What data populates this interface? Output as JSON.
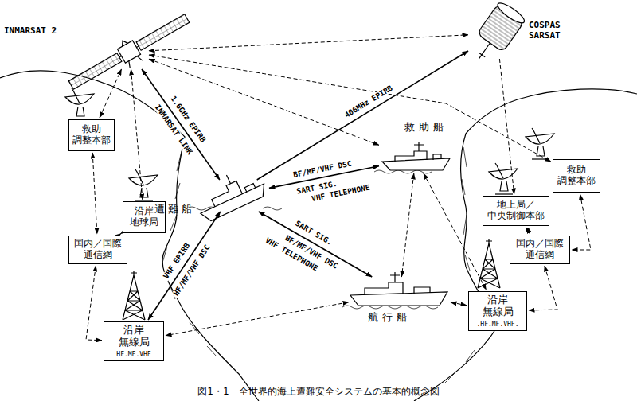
{
  "diagram": {
    "caption": "図1・1　全世界的海上遭難安全システムの基本的概念図",
    "nodes": [
      {
        "text": [
          "INMARSAT 2"
        ]
      },
      {
        "text": [
          "COSPAS SARSAT"
        ]
      },
      {
        "text": [
          "救助 調整本部"
        ]
      },
      {
        "text": [
          "救助船"
        ]
      },
      {
        "text": [
          "救助 調整本部"
        ]
      },
      {
        "text": [
          "沿岸 地球局"
        ]
      },
      {
        "text": [
          "地上局／ 中央制御本部"
        ]
      },
      {
        "text": [
          "遭難船"
        ]
      },
      {
        "text": [
          "国内／国際 通信網"
        ]
      },
      {
        "text": [
          "国内／国際 通信網"
        ]
      },
      {
        "text": [
          "航行船"
        ]
      },
      {
        "text": [
          "沿岸 無線局",
          "HF.MF.VHF"
        ]
      },
      {
        "text": [
          "沿岸 無線局",
          ".HF.MF.VHF."
        ]
      }
    ],
    "edges": [
      {
        "from": 2,
        "to": 0,
        "arrow": "both"
      },
      {
        "from": 5,
        "to": 0,
        "arrow": "both"
      },
      {
        "from": 0,
        "to": 4,
        "arrow": "both"
      },
      {
        "from": 0,
        "to": 3,
        "arrow": "both"
      },
      {
        "from": 0,
        "to": 1,
        "arrow": "both"
      },
      {
        "from": 7,
        "to": 0,
        "label": "INMARSAT LINK",
        "arrow": "both"
      },
      {
        "from": 7,
        "to": 1,
        "label": "406MHz EPIRB",
        "arrow": "to"
      },
      {
        "from": 1,
        "to": 6,
        "arrow": "to"
      },
      {
        "from": 7,
        "to": 3,
        "label": "BF/MF/VHF DSC",
        "arrow": "both"
      },
      {
        "from": 7,
        "to": 10,
        "label": "BF/MF/VHF DSC",
        "arrow": "both"
      },
      {
        "from": 7,
        "to": 11,
        "label": "HF/MF/VHF DSC",
        "arrow": "both"
      },
      {
        "from": 3,
        "to": 10,
        "arrow": "both"
      },
      {
        "from": 3,
        "to": 12,
        "arrow": "both"
      },
      {
        "from": 10,
        "to": 11,
        "arrow": "both"
      },
      {
        "from": 10,
        "to": 12,
        "arrow": "both"
      },
      {
        "from": 2,
        "to": 8,
        "arrow": "both"
      },
      {
        "from": 5,
        "to": 8,
        "arrow": "both"
      },
      {
        "from": 8,
        "to": 11,
        "arrow": "both"
      },
      {
        "from": 4,
        "to": 9,
        "arrow": "both"
      },
      {
        "from": 6,
        "to": 9,
        "arrow": "both"
      },
      {
        "from": 9,
        "to": 12,
        "arrow": "both"
      }
    ],
    "labels": [
      "1.6GHz EPIRB",
      "SART SIG.",
      "VHF TELEPHONE",
      "SART SIG.",
      "VHF TELEPHONE",
      "VHF EPIRB"
    ]
  }
}
